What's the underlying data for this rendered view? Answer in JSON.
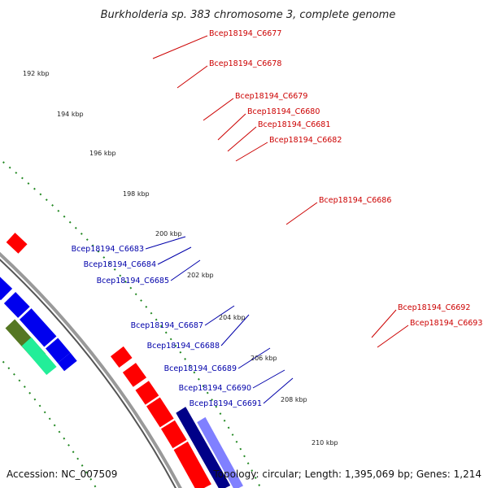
{
  "title": "Burkholderia sp. 383 chromosome 3, complete genome",
  "footer": {
    "accession": "Accession: NC_007509",
    "topology": "Topology: circular; Length: 1,395,069 bp; Genes: 1,214"
  },
  "colors": {
    "forward_gene": "#ff0000",
    "reverse_gene": "#0000ee",
    "backbone": "#888888",
    "tick": "#228822",
    "forward_label": "#cc0000",
    "reverse_label": "#0000aa"
  },
  "ticks": [
    "192 kbp",
    "194 kbp",
    "196 kbp",
    "198 kbp",
    "200 kbp",
    "202 kbp",
    "204 kbp",
    "206 kbp",
    "208 kbp",
    "210 kbp"
  ],
  "forward_labels": [
    "Bcep18194_C6677",
    "Bcep18194_C6678",
    "Bcep18194_C6679",
    "Bcep18194_C6680",
    "Bcep18194_C6681",
    "Bcep18194_C6682",
    "Bcep18194_C6686",
    "Bcep18194_C6692",
    "Bcep18194_C6693"
  ],
  "reverse_labels": [
    "Bcep18194_C6683",
    "Bcep18194_C6684",
    "Bcep18194_C6685",
    "Bcep18194_C6687",
    "Bcep18194_C6688",
    "Bcep18194_C6689",
    "Bcep18194_C6690",
    "Bcep18194_C6691"
  ]
}
